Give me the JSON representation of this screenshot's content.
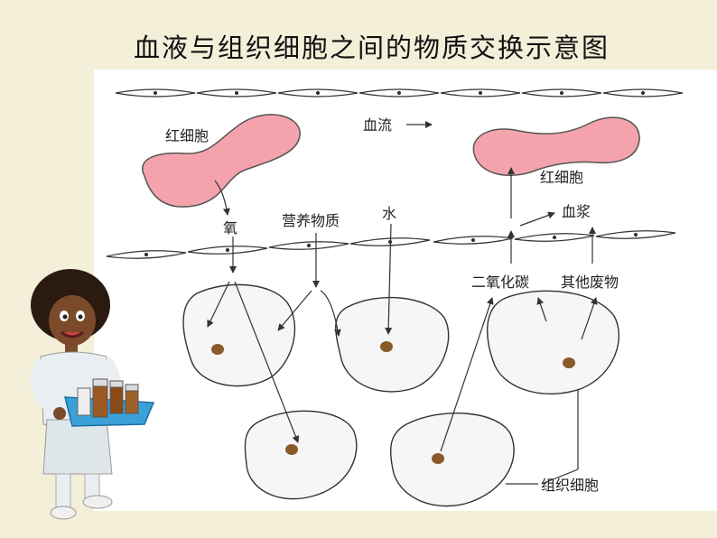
{
  "title": "血液与组织细胞之间的物质交换示意图",
  "labels": {
    "red_cell_left": "红细胞",
    "blood_flow": "血流",
    "red_cell_right": "红细胞",
    "plasma": "血浆",
    "oxygen": "氧",
    "nutrients": "营养物质",
    "water": "水",
    "co2": "二氧化碳",
    "waste": "其他废物",
    "tissue_cell": "组织细胞"
  },
  "colors": {
    "background": "#f4efd9",
    "red_cell_fill": "#f4a3ad",
    "red_cell_stroke": "#555555",
    "nucleus": "#8a5a2b",
    "line": "#333333"
  },
  "decoration": {
    "character": "student-holding-tray-of-bottles"
  }
}
